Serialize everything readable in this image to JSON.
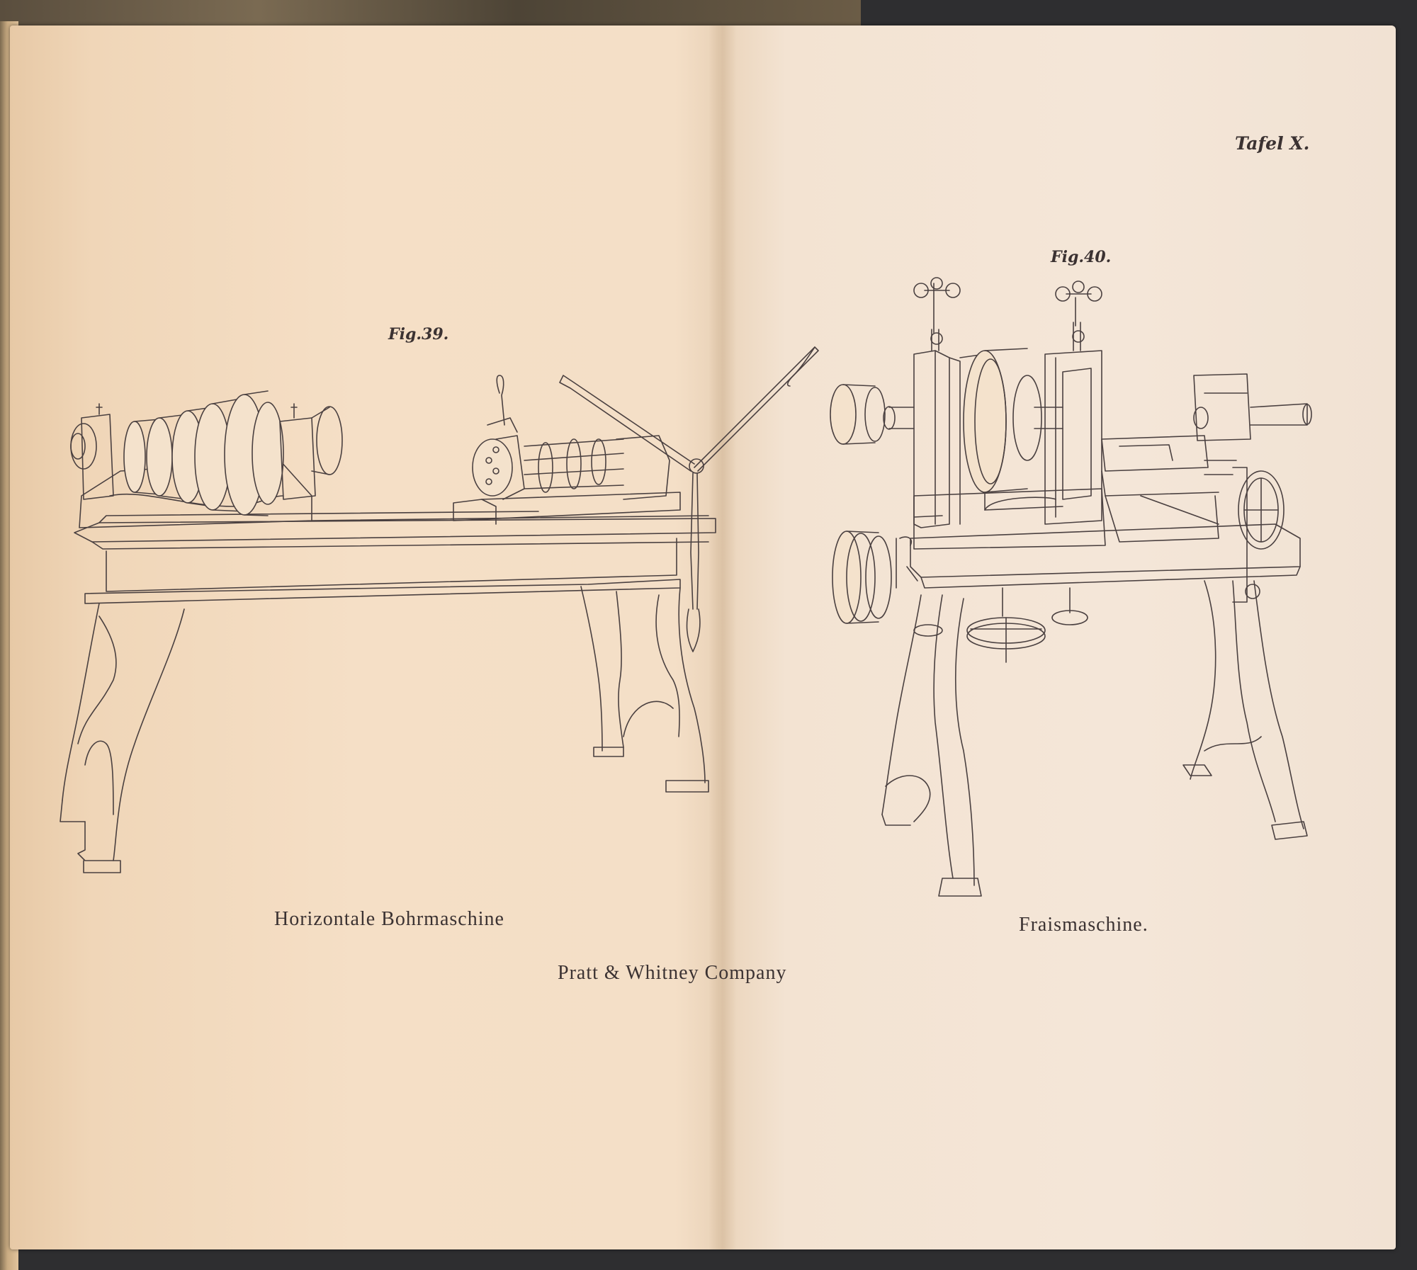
{
  "plate_label": "Tafel X.",
  "figures": [
    {
      "number": "Fig.39.",
      "caption": "Horizontale Bohrmaschine"
    },
    {
      "number": "Fig.40.",
      "caption": "Fraismaschine."
    }
  ],
  "maker": "Pratt & Whitney Company"
}
